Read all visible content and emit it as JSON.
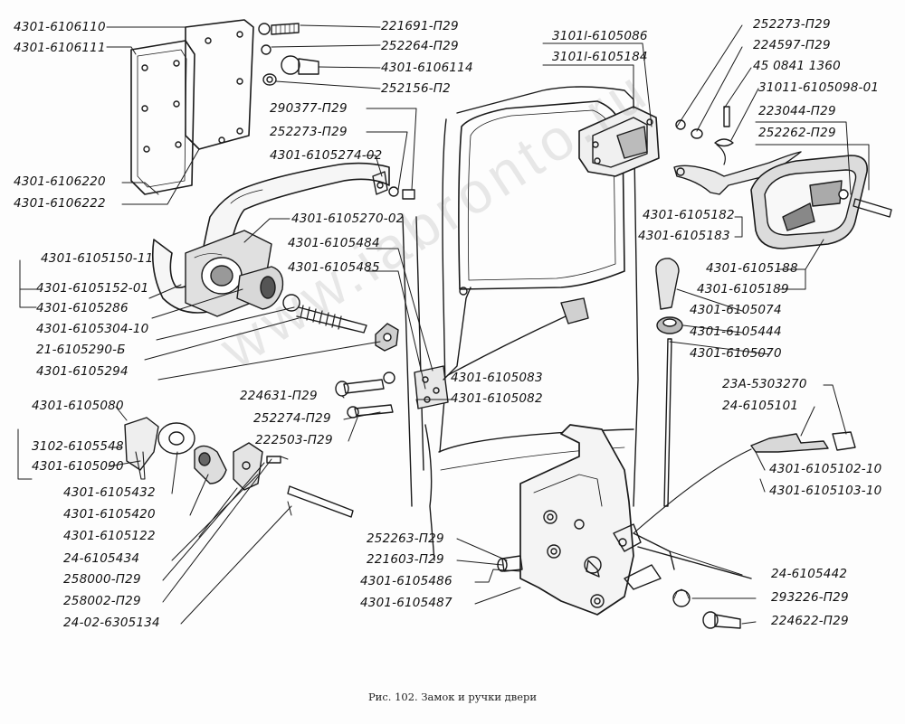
{
  "caption": "Рис. 102. Замок и ручки двери",
  "watermark": "www.iabronto.ru",
  "labels": {
    "l01": "4301-6106110",
    "l02": "4301-6106111",
    "l03": "221691-П29",
    "l04": "252264-П29",
    "l05": "4301-6106114",
    "l06": "252156-П2",
    "l07": "290377-П29",
    "l08": "252273-П29",
    "l09": "4301-6105274-02",
    "l10": "4301-6106220",
    "l11": "4301-6106222",
    "l12": "4301-6105270-02",
    "l13": "4301-6105150-11",
    "l14": "4301-6105484",
    "l15": "4301-6105152-01",
    "l16": "4301-6105485",
    "l17": "4301-6105286",
    "l18": "4301-6105304-10",
    "l19": "21-6105290-Б",
    "l20": "4301-6105294",
    "l21": "3101l-6105086",
    "l22": "3101l-6105184",
    "l23": "252273-П29",
    "l24": "224597-П29",
    "l25": "45 0841 1360",
    "l26": "31011-6105098-01",
    "l27": "223044-П29",
    "l28": "252262-П29",
    "l29": "4301-6105182",
    "l30": "4301-6105183",
    "l31": "4301-6105188",
    "l32": "4301-6105189",
    "l33": "4301-6105074",
    "l34": "4301-6105444",
    "l35": "4301-6105070",
    "l36": "4301-6105083",
    "l37": "4301-6105082",
    "l38": "224631-П29",
    "l39": "252274-П29",
    "l40": "222503-П29",
    "l41": "4301-6105080",
    "l42": "3102-6105548",
    "l43": "4301-6105090",
    "l44": "4301-6105432",
    "l45": "4301-6105420",
    "l46": "4301-6105122",
    "l47": "24-6105434",
    "l48": "258000-П29",
    "l49": "258002-П29",
    "l50": "24-02-6305134",
    "l51": "23А-5303270",
    "l52": "24-6105101",
    "l53": "4301-6105102-10",
    "l54": "4301-6105103-10",
    "l55": "252263-П29",
    "l56": "221603-П29",
    "l57": "4301-6105486",
    "l58": "4301-6105487",
    "l59": "24-6105442",
    "l60": "293226-П29",
    "l61": "224622-П29"
  }
}
